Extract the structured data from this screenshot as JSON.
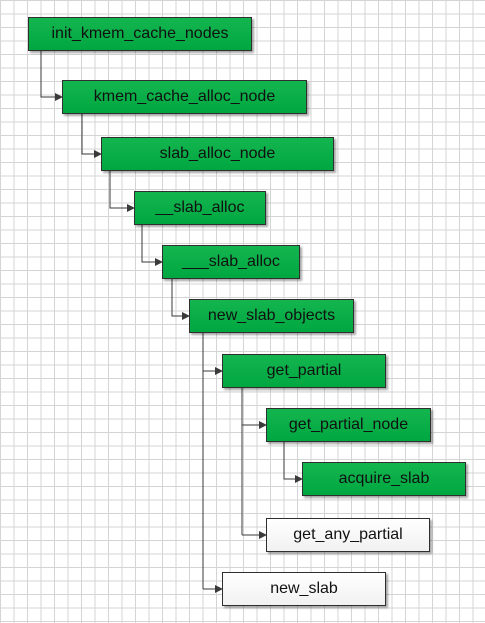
{
  "diagram": {
    "nodes": {
      "init_kmem_cache_nodes": "init_kmem_cache_nodes",
      "kmem_cache_alloc_node": "kmem_cache_alloc_node",
      "slab_alloc_node": "slab_alloc_node",
      "__slab_alloc": "__slab_alloc",
      "___slab_alloc": "___slab_alloc",
      "new_slab_objects": "new_slab_objects",
      "get_partial": "get_partial",
      "get_partial_node": "get_partial_node",
      "acquire_slab": "acquire_slab",
      "get_any_partial": "get_any_partial",
      "new_slab": "new_slab"
    },
    "colors": {
      "call_green": "#00a740",
      "leaf_white": "#ffffff",
      "connector": "#3a3a3a",
      "grid": "#d4d4d4"
    }
  }
}
